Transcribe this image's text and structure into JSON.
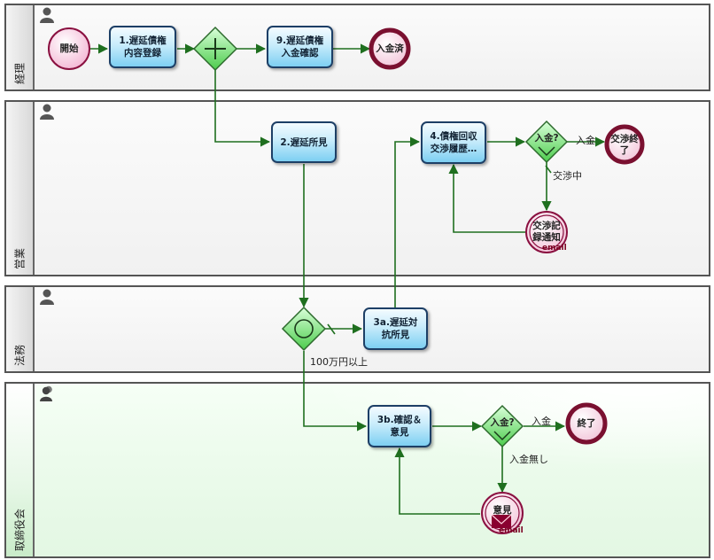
{
  "lanes": [
    {
      "label": "経理"
    },
    {
      "label": "営業"
    },
    {
      "label": "法務"
    },
    {
      "label": "取締役会"
    }
  ],
  "tasks": {
    "t1": "1.遅延債権\n内容登録",
    "t9": "9.遅延債権\n入金確認",
    "t2": "2.遅延所見",
    "t4": "4.債権回収\n交渉履歴…",
    "t3a": "3a.遅延対\n抗所見",
    "t3b": "3b.確認＆\n意見"
  },
  "events": {
    "start": "開始",
    "paid_end": "入金済",
    "nego_end": "交渉終\n了",
    "nego_notice": "交渉記\n録通知",
    "end": "終了",
    "opinion": "意見"
  },
  "gateways": {
    "sales_check": "入金?",
    "board_check": "入金?"
  },
  "email_tags": {
    "nego_notice": "email",
    "opinion": "email"
  },
  "flow_labels": {
    "sales_paid": "入金",
    "sales_negotiating": "交渉中",
    "over_1m": "100万円以上",
    "board_paid": "入金",
    "board_unpaid": "入金無し"
  },
  "colors": {
    "flow": "#1f6f1f",
    "task_border": "#1d3f66",
    "event_border": "#7a1030",
    "gateway_fill": "#66d966"
  }
}
